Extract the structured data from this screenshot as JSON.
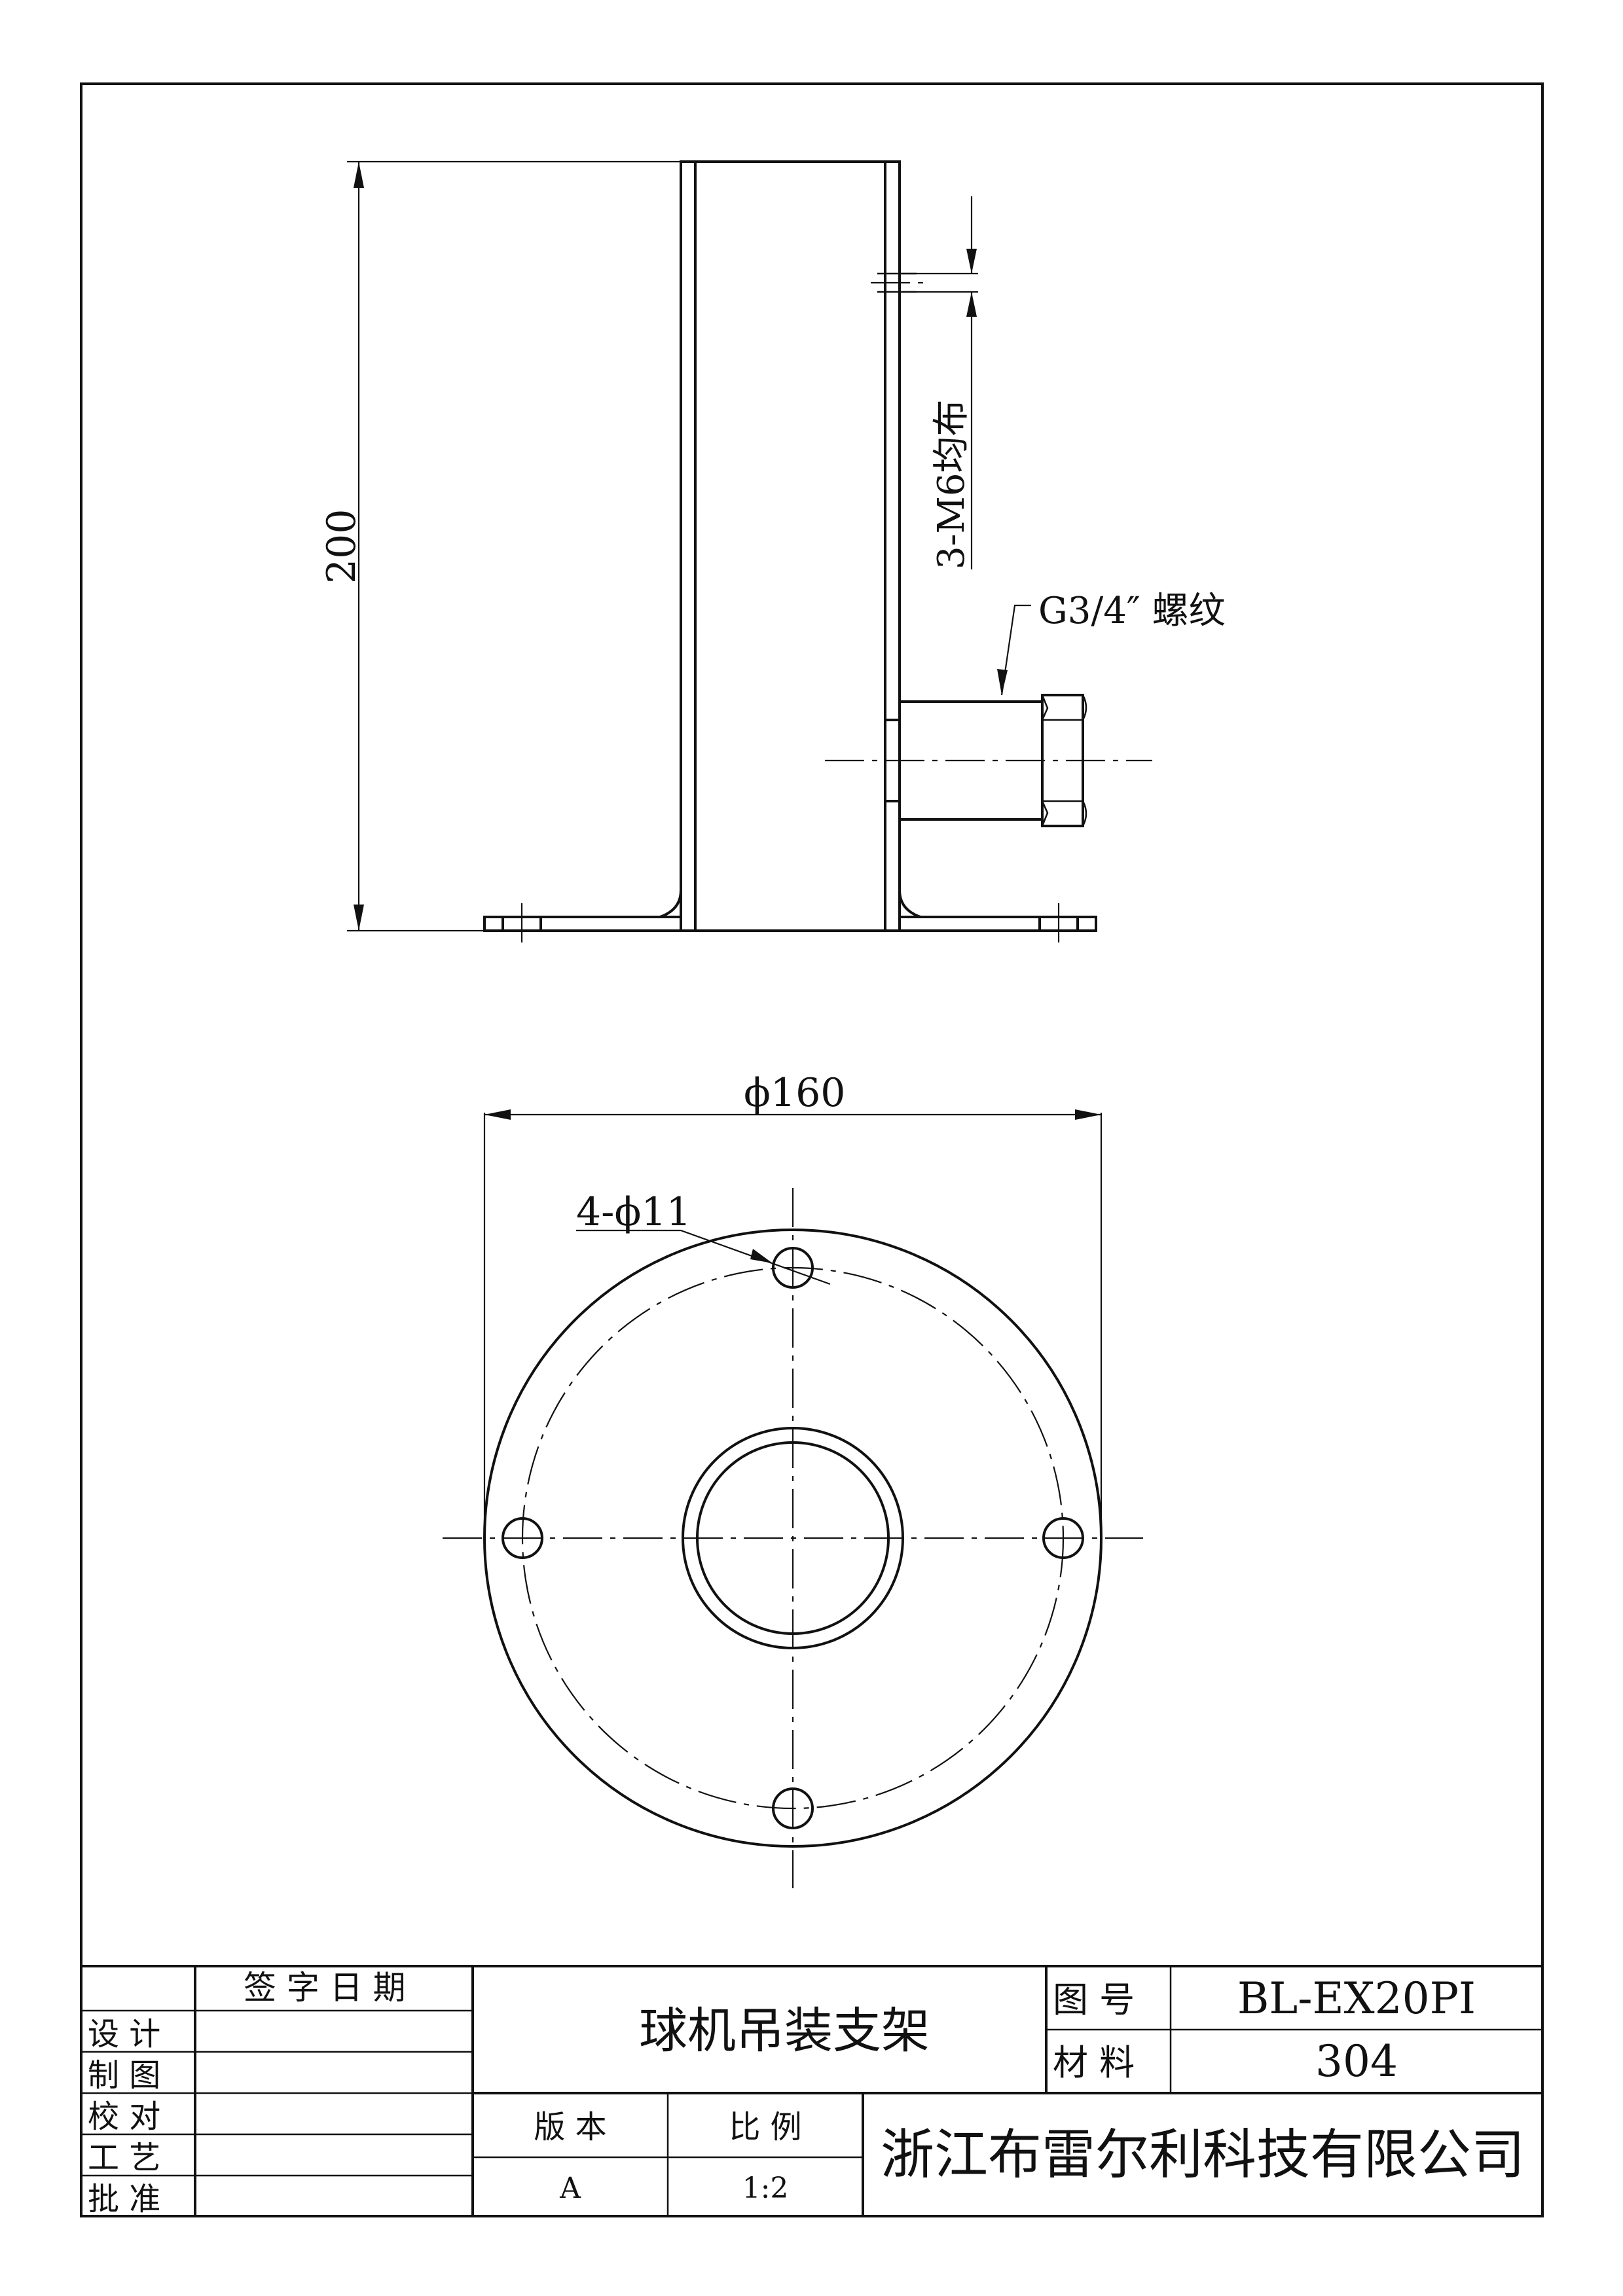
{
  "drawing": {
    "side_view": {
      "height_dim": "200",
      "hole_note": "3-M6均布",
      "thread_note": "G3/4″ 螺纹"
    },
    "top_view": {
      "diameter_dim": "ϕ160",
      "hole_callout": "4-ϕ11"
    }
  },
  "title_block": {
    "sign_date_header": "签 字 日 期",
    "roles": [
      "设 计",
      "制 图",
      "校 对",
      "工 艺",
      "批 准"
    ],
    "part_name": "球机吊装支架",
    "drawing_no_label": "图 号",
    "drawing_no": "BL-EX20PI",
    "material_label": "材 料",
    "material": "304",
    "version_label": "版 本",
    "version": "A",
    "scale_label": "比 例",
    "scale": "1:2",
    "company": "浙江布雷尔利科技有限公司"
  }
}
